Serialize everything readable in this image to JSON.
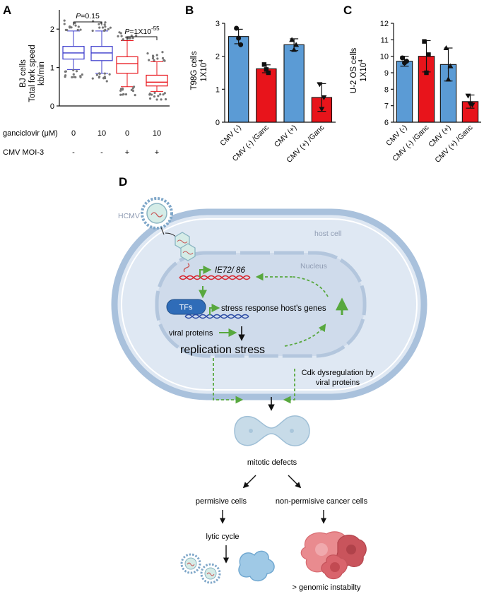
{
  "panels": {
    "a": {
      "letter": "A",
      "ylabel_lines": [
        "BJ cells",
        "Total fork speed",
        "kb/min"
      ],
      "pvalues": [
        {
          "pre": "P",
          "text": "=0.15"
        },
        {
          "pre": "P",
          "text": "=1X10",
          "sup": "-55"
        }
      ],
      "row1_label": "ganciclovir (μM)",
      "row1_values": [
        "0",
        "10",
        "0",
        "10"
      ],
      "row2_label": "CMV MOI-3",
      "row2_values": [
        "-",
        "-",
        "+",
        "+"
      ]
    },
    "b": {
      "letter": "B",
      "ylabel_lines": [
        "T98G cells",
        "1X10"
      ],
      "ylabel_sup": "4"
    },
    "c": {
      "letter": "C",
      "ylabel_lines": [
        "U-2 OS cells",
        "1X10"
      ],
      "ylabel_sup": "4"
    },
    "d": {
      "letter": "D",
      "hcmv": "HCMV",
      "host_cell": "host cell",
      "nucleus": "Nucleus",
      "gene": "IE72/ 86",
      "tfs": "TFs",
      "stress_genes": "stress response host's genes",
      "viral_proteins": "viral proteins",
      "replication_stress": "replication stress",
      "cdk_lines": [
        "Cdk dysregulation by",
        "viral proteins"
      ],
      "mitotic": "mitotic defects",
      "permissive": "permisive cells",
      "nonpermissive": "non-permisive cancer cells",
      "lytic": "lytic cycle",
      "genomic": "> genomic instabilty"
    }
  },
  "colors": {
    "blue": "#5b9bd5",
    "red": "#e8141b",
    "box_blue": "#3b3bcc",
    "box_red": "#e8141b",
    "green": "#58a83e",
    "cell_fill": "#dfe8f3",
    "cell_stroke": "#a9c1dc",
    "nucleus_fill": "#cfdbeb"
  },
  "chart_data": [
    {
      "panel": "A",
      "type": "box",
      "ylim": [
        0,
        2.5
      ],
      "yticks": [
        0,
        1,
        2
      ],
      "series": [
        {
          "median": 1.38,
          "q1": 1.22,
          "q3": 1.55,
          "whisker_low": 0.95,
          "whisker_high": 1.95,
          "color": "blue"
        },
        {
          "median": 1.38,
          "q1": 1.18,
          "q3": 1.55,
          "whisker_low": 0.85,
          "whisker_high": 1.95,
          "color": "blue"
        },
        {
          "median": 1.1,
          "q1": 0.85,
          "q3": 1.28,
          "whisker_low": 0.5,
          "whisker_high": 1.7,
          "color": "red"
        },
        {
          "median": 0.62,
          "q1": 0.52,
          "q3": 0.8,
          "whisker_low": 0.38,
          "whisker_high": 1.15,
          "color": "red"
        }
      ]
    },
    {
      "panel": "B",
      "type": "bar",
      "categories": [
        "CMV (-)",
        "CMV (-) /Ganc",
        "CMV (+)",
        "CMV (+) /Ganc"
      ],
      "values": [
        2.6,
        1.62,
        2.35,
        0.75
      ],
      "errors": [
        0.22,
        0.12,
        0.18,
        0.42
      ],
      "points": [
        [
          2.85,
          2.55,
          2.35
        ],
        [
          1.75,
          1.6,
          1.5
        ],
        [
          2.5,
          2.2,
          2.35
        ],
        [
          1.15,
          0.4,
          0.75
        ]
      ],
      "colors": [
        "blue",
        "red",
        "blue",
        "red"
      ],
      "ylim": [
        0,
        3
      ],
      "yticks": [
        0,
        1,
        2,
        3
      ]
    },
    {
      "panel": "C",
      "type": "bar",
      "categories": [
        "CMV (-)",
        "CMV (-) /Ganc",
        "CMV (+)",
        "CMV (+) /Ganc"
      ],
      "values": [
        9.7,
        10.0,
        9.5,
        7.25
      ],
      "errors": [
        0.3,
        0.95,
        1.0,
        0.4
      ],
      "points": [
        [
          9.9,
          9.6,
          9.7
        ],
        [
          10.9,
          9.0,
          10.1
        ],
        [
          10.5,
          8.6,
          9.4
        ],
        [
          7.6,
          7.1,
          7.05
        ]
      ],
      "colors": [
        "blue",
        "red",
        "blue",
        "red"
      ],
      "ylim": [
        6,
        12
      ],
      "yticks": [
        6,
        7,
        8,
        9,
        10,
        11,
        12
      ]
    }
  ]
}
